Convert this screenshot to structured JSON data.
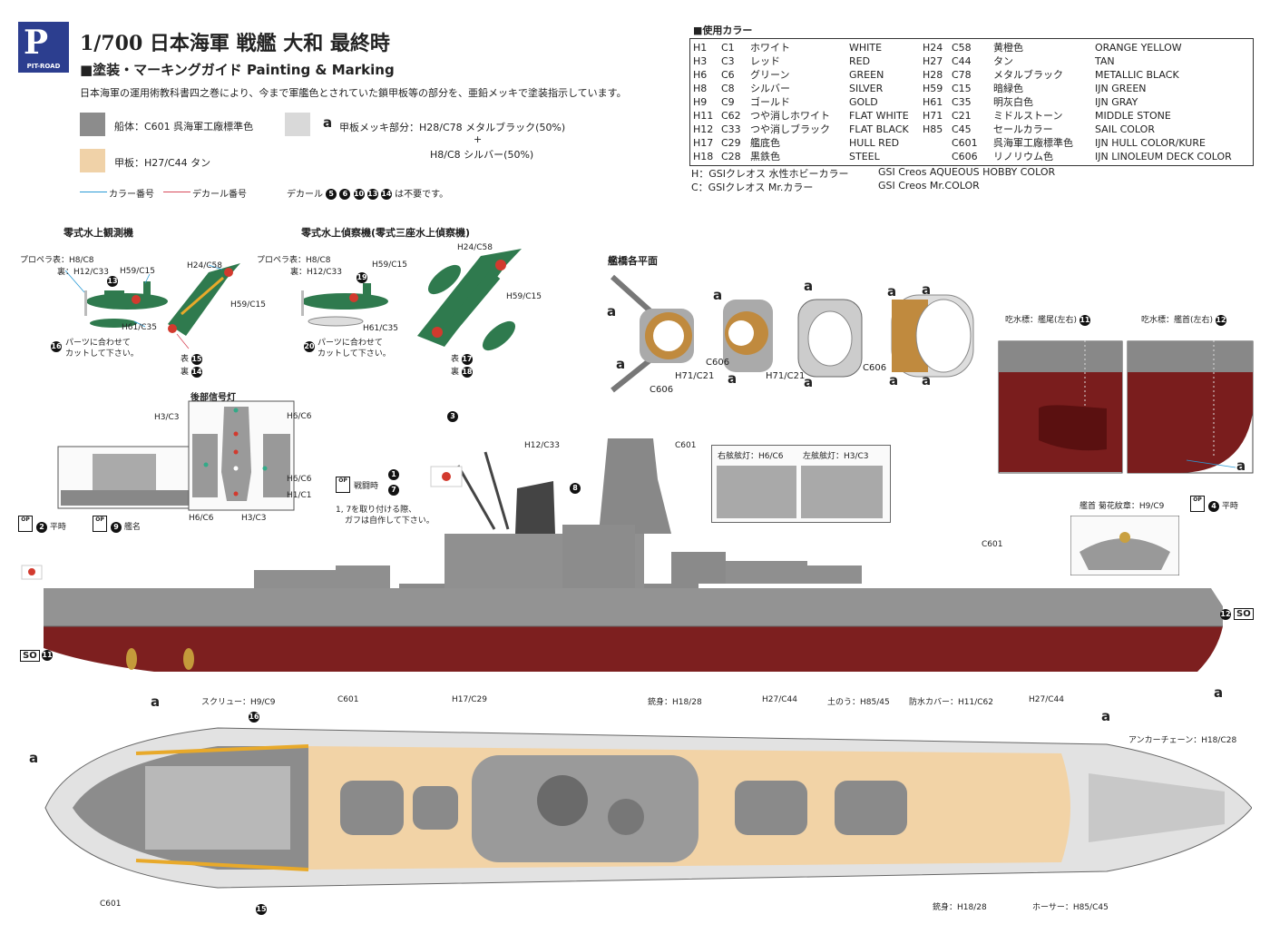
{
  "header": {
    "logo_text": "P",
    "logo_sub": "PIT-ROAD",
    "title": "1/700 日本海軍 戦艦 大和 最終時",
    "subtitle": "■塗装・マーキングガイド Painting & Marking",
    "description": "日本海軍の運用術教科書四之巻により、今まで軍艦色とされていた鎖甲板等の部分を、亜鉛メッキで塗装指示しています。"
  },
  "legend": {
    "hull_label": "船体：C601 呉海軍工廠標準色",
    "deck_label": "甲板：H27/C44 タン",
    "a_symbol": "a",
    "plating_label_1": "甲板メッキ部分：H28/C78 メタルブラック(50%)",
    "plus": "+",
    "plating_label_2": "H8/C8 シルバー(50%)",
    "color_number_label": "カラー番号",
    "decal_number_label": "デカール番号",
    "decal_note_prefix": "デカール",
    "decal_note_nums": [
      "5",
      "6",
      "10",
      "13",
      "14"
    ],
    "decal_note_suffix": "は不要です。",
    "colors": {
      "hull": "#8c8c8c",
      "deck": "#f0d2a8",
      "plating": "#d9d9d9",
      "color_line": "#2a9ad6",
      "decal_line": "#d84a5a"
    }
  },
  "colors_table": {
    "heading": "■使用カラー",
    "left_h": [
      "H1",
      "H3",
      "H6",
      "H8",
      "H9",
      "H11",
      "H12",
      "H17",
      "H18"
    ],
    "left_c": [
      "C1",
      "C3",
      "C6",
      "C8",
      "C9",
      "C62",
      "C33",
      "C29",
      "C28"
    ],
    "left_jp": [
      "ホワイト",
      "レッド",
      "グリーン",
      "シルバー",
      "ゴールド",
      "つや消しホワイト",
      "つや消しブラック",
      "艦底色",
      "黒鉄色"
    ],
    "left_en": [
      "WHITE",
      "RED",
      "GREEN",
      "SILVER",
      "GOLD",
      "FLAT WHITE",
      "FLAT BLACK",
      "HULL RED",
      "STEEL"
    ],
    "right_h": [
      "H24",
      "H27",
      "H28",
      "H59",
      "H61",
      "H71",
      "H85",
      "",
      ""
    ],
    "right_c": [
      "C58",
      "C44",
      "C78",
      "C15",
      "C35",
      "C21",
      "C45",
      "C601",
      "C606"
    ],
    "right_jp": [
      "黄橙色",
      "タン",
      "メタルブラック",
      "暗緑色",
      "明灰白色",
      "ミドルストーン",
      "セールカラー",
      "呉海軍工廠標準色",
      "リノリウム色"
    ],
    "right_en": [
      "ORANGE YELLOW",
      "TAN",
      "METALLIC BLACK",
      "IJN GREEN",
      "IJN GRAY",
      "MIDDLE STONE",
      "SAIL COLOR",
      "IJN HULL COLOR/KURE",
      "IJN LINOLEUM DECK COLOR"
    ],
    "note_h_jp": "H：GSIクレオス 水性ホビーカラー",
    "note_h_en": "GSI Creos AQUEOUS HOBBY COLOR",
    "note_c_jp": "C：GSIクレオス Mr.カラー",
    "note_c_en": "GSI Creos Mr.COLOR"
  },
  "aircraft1": {
    "title": "零式水上観測機",
    "prop_front": "プロペラ表：H8/C8",
    "prop_back": "裏：H12/C33",
    "h59": "H59/C15",
    "h24": "H24/C58",
    "h59b": "H59/C15",
    "h61": "H61/C35",
    "cut_note_1": "パーツに合わせて",
    "cut_note_2": "カットして下さい。",
    "front": "表",
    "back": "裏",
    "n13": "13",
    "n16": "16",
    "n15": "15",
    "n14": "14"
  },
  "aircraft2": {
    "title": "零式水上偵察機(零式三座水上偵察機)",
    "prop_front": "プロペラ表：H8/C8",
    "prop_back": "裏：H12/C33",
    "h59": "H59/C15",
    "h24": "H24/C58",
    "h59b": "H59/C15",
    "h61": "H61/C35",
    "cut_note_1": "パーツに合わせて",
    "cut_note_2": "カットして下さい。",
    "front": "表",
    "back": "裏",
    "n19": "19",
    "n20": "20",
    "n17": "17",
    "n18": "18"
  },
  "bridge": {
    "title": "艦橋各平面",
    "c606a": "C606",
    "h71a": "H71/C21",
    "c606b": "C606",
    "h71b": "H71/C21",
    "c606c": "C606",
    "a": "a"
  },
  "draft": {
    "stern_label": "吃水標：艦尾(左右)",
    "stern_num": "11",
    "bow_label": "吃水標：艦首(左右)",
    "bow_num": "12",
    "a": "a"
  },
  "signal": {
    "title": "後部信号灯",
    "h3a": "H3/C3",
    "h6a": "H6/C6",
    "h6b": "H6/C6",
    "h1": "H1/C1",
    "h6c": "H6/C6",
    "h3b": "H3/C3"
  },
  "side_view": {
    "n3": "3",
    "h12": "H12/C33",
    "c601_top": "C601",
    "battle": "戦闘時",
    "n1": "1",
    "n7": "7",
    "n8": "8",
    "flag_note_1": "1, 7を取り付ける際、",
    "flag_note_2": "ガフは自作して下さい。",
    "starboard": "右舷舷灯：H6/C6",
    "port": "左舷舷灯：H3/C3",
    "peace_left": "平時",
    "n2": "2",
    "ship_name": "艦名",
    "n9": "9",
    "chrysanthemum": "艦首 菊花紋章：H9/C9",
    "peace_right": "平時",
    "n4": "4",
    "c601_bow": "C601",
    "so": "SO",
    "n11": "11",
    "n12": "12",
    "screw": "スクリュー：H9/C9",
    "hull_red": "H17/C29",
    "a": "a",
    "op": "OP"
  },
  "plan_view": {
    "c601_top": "C601",
    "barrel_top": "銃身：H18/28",
    "h27_mid": "H27/C44",
    "sandbag": "土のう：H85/45",
    "waterproof": "防水カバー：H11/C62",
    "h27_right": "H27/C44",
    "anchor_chain": "アンカーチェーン：H18/C28",
    "c601_bottom": "C601",
    "barrel_bottom": "銃身：H18/28",
    "hawser": "ホーサー：H85/C45",
    "n16": "16",
    "n15": "15",
    "a": "a"
  }
}
